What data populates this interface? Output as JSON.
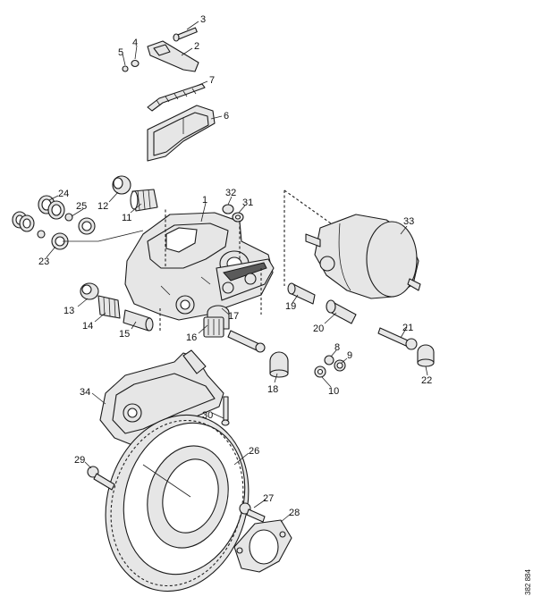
{
  "labels": [
    "1",
    "2",
    "3",
    "4",
    "5",
    "6",
    "7",
    "8",
    "9",
    "10",
    "11",
    "12",
    "13",
    "14",
    "15",
    "16",
    "17",
    "18",
    "19",
    "20",
    "21",
    "22",
    "23",
    "24",
    "25",
    "26",
    "27",
    "28",
    "29",
    "30",
    "31",
    "32",
    "33",
    "34"
  ],
  "reference_code": "382 884"
}
